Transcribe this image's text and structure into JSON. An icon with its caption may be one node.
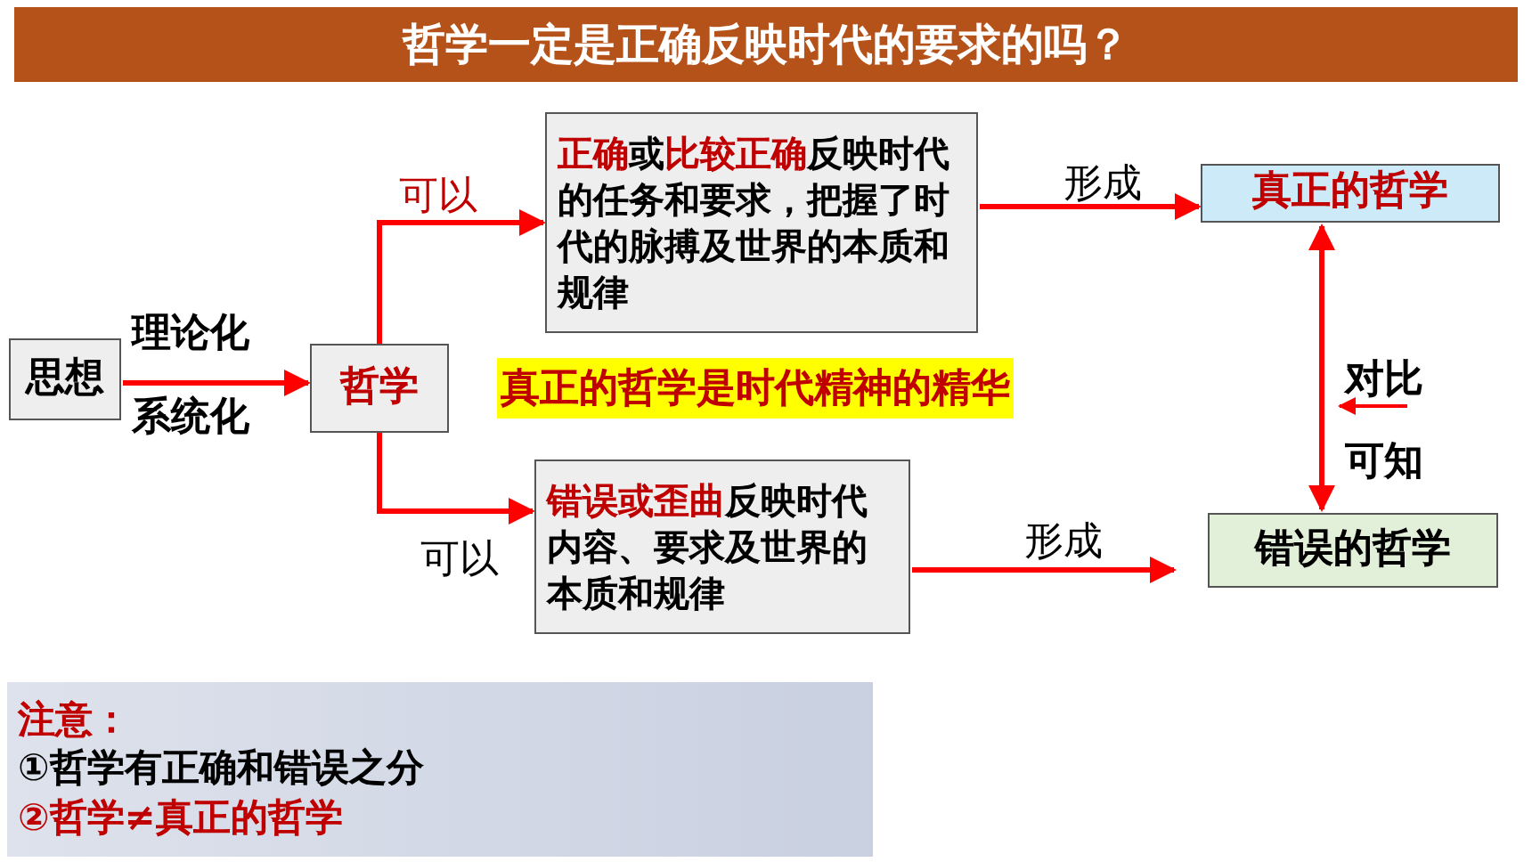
{
  "diagram": {
    "title": "哲学一定是正确反映时代的要求的吗？",
    "nodes": [
      {
        "text": [
          "思想"
        ]
      },
      {
        "text": [
          "哲学"
        ]
      },
      {
        "text": [
          "**正确**或**比较正确**反映时代的任务和要求，把握了时代的脉搏及世界的本质和规律"
        ]
      },
      {
        "text": [
          "真正的哲学"
        ]
      },
      {
        "text": [
          "**错误或歪曲**反映时代内容、要求及世界的本质和规律"
        ]
      },
      {
        "text": [
          "错误的哲学"
        ]
      },
      {
        "text": [
          "注意：",
          "①哲学有正确和错误之分",
          "②哲学≠真正的哲学"
        ]
      }
    ],
    "edges": [
      {
        "from": 0,
        "to": 1,
        "arrow": "to",
        "label": "理论化"
      },
      {
        "from": 1,
        "to": 2,
        "arrow": "to",
        "label": "可以"
      },
      {
        "from": 1,
        "to": 4,
        "arrow": "to",
        "label": "可以"
      },
      {
        "from": 2,
        "to": 3,
        "arrow": "to",
        "label": "形成"
      },
      {
        "from": 4,
        "to": 5,
        "arrow": "to",
        "label": "形成"
      },
      {
        "from": 3,
        "to": 5,
        "arrow": "both",
        "label": "对比"
      }
    ],
    "labels": [
      "系统化",
      "真正的哲学是时代精神的精华",
      "可知"
    ]
  }
}
